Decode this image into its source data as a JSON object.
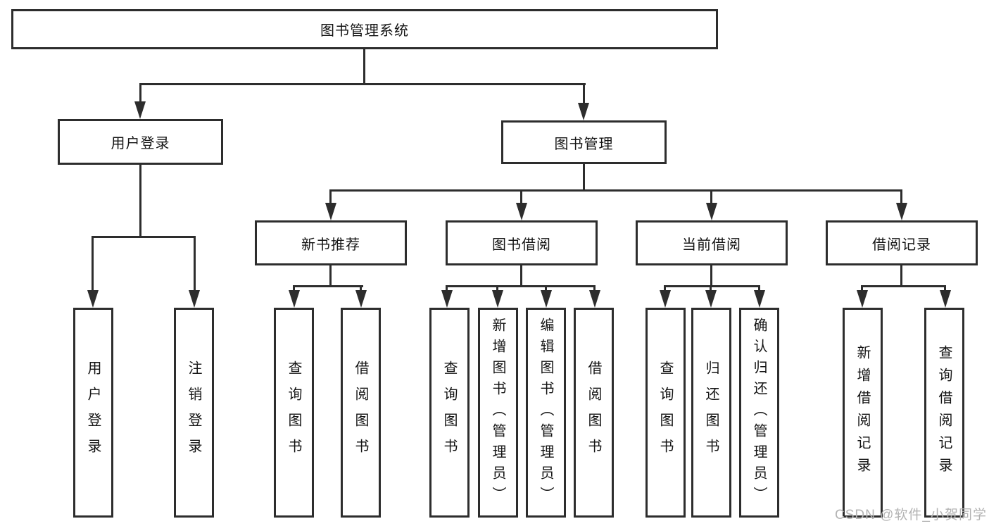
{
  "tree": {
    "root": "图书管理系统",
    "children": [
      {
        "label": "用户登录",
        "children": [
          {
            "label": "用户登录"
          },
          {
            "label": "注销登录"
          }
        ]
      },
      {
        "label": "图书管理",
        "children": [
          {
            "label": "新书推荐",
            "children": [
              {
                "label": "查询图书"
              },
              {
                "label": "借阅图书"
              }
            ]
          },
          {
            "label": "图书借阅",
            "children": [
              {
                "label": "查询图书"
              },
              {
                "label": "新增图书（管理员）"
              },
              {
                "label": "编辑图书（管理员）"
              },
              {
                "label": "借阅图书"
              }
            ]
          },
          {
            "label": "当前借阅",
            "children": [
              {
                "label": "查询图书"
              },
              {
                "label": "归还图书"
              },
              {
                "label": "确认归还（管理员）"
              }
            ]
          },
          {
            "label": "借阅记录",
            "children": [
              {
                "label": "新增借阅记录"
              },
              {
                "label": "查询借阅记录"
              }
            ]
          }
        ]
      }
    ]
  },
  "watermark": "CSDN @软件_小贺同学",
  "colors": {
    "line": "#2d2d2d",
    "text": "#141414",
    "watermark": "#b3b3b3",
    "background": "#ffffff"
  }
}
